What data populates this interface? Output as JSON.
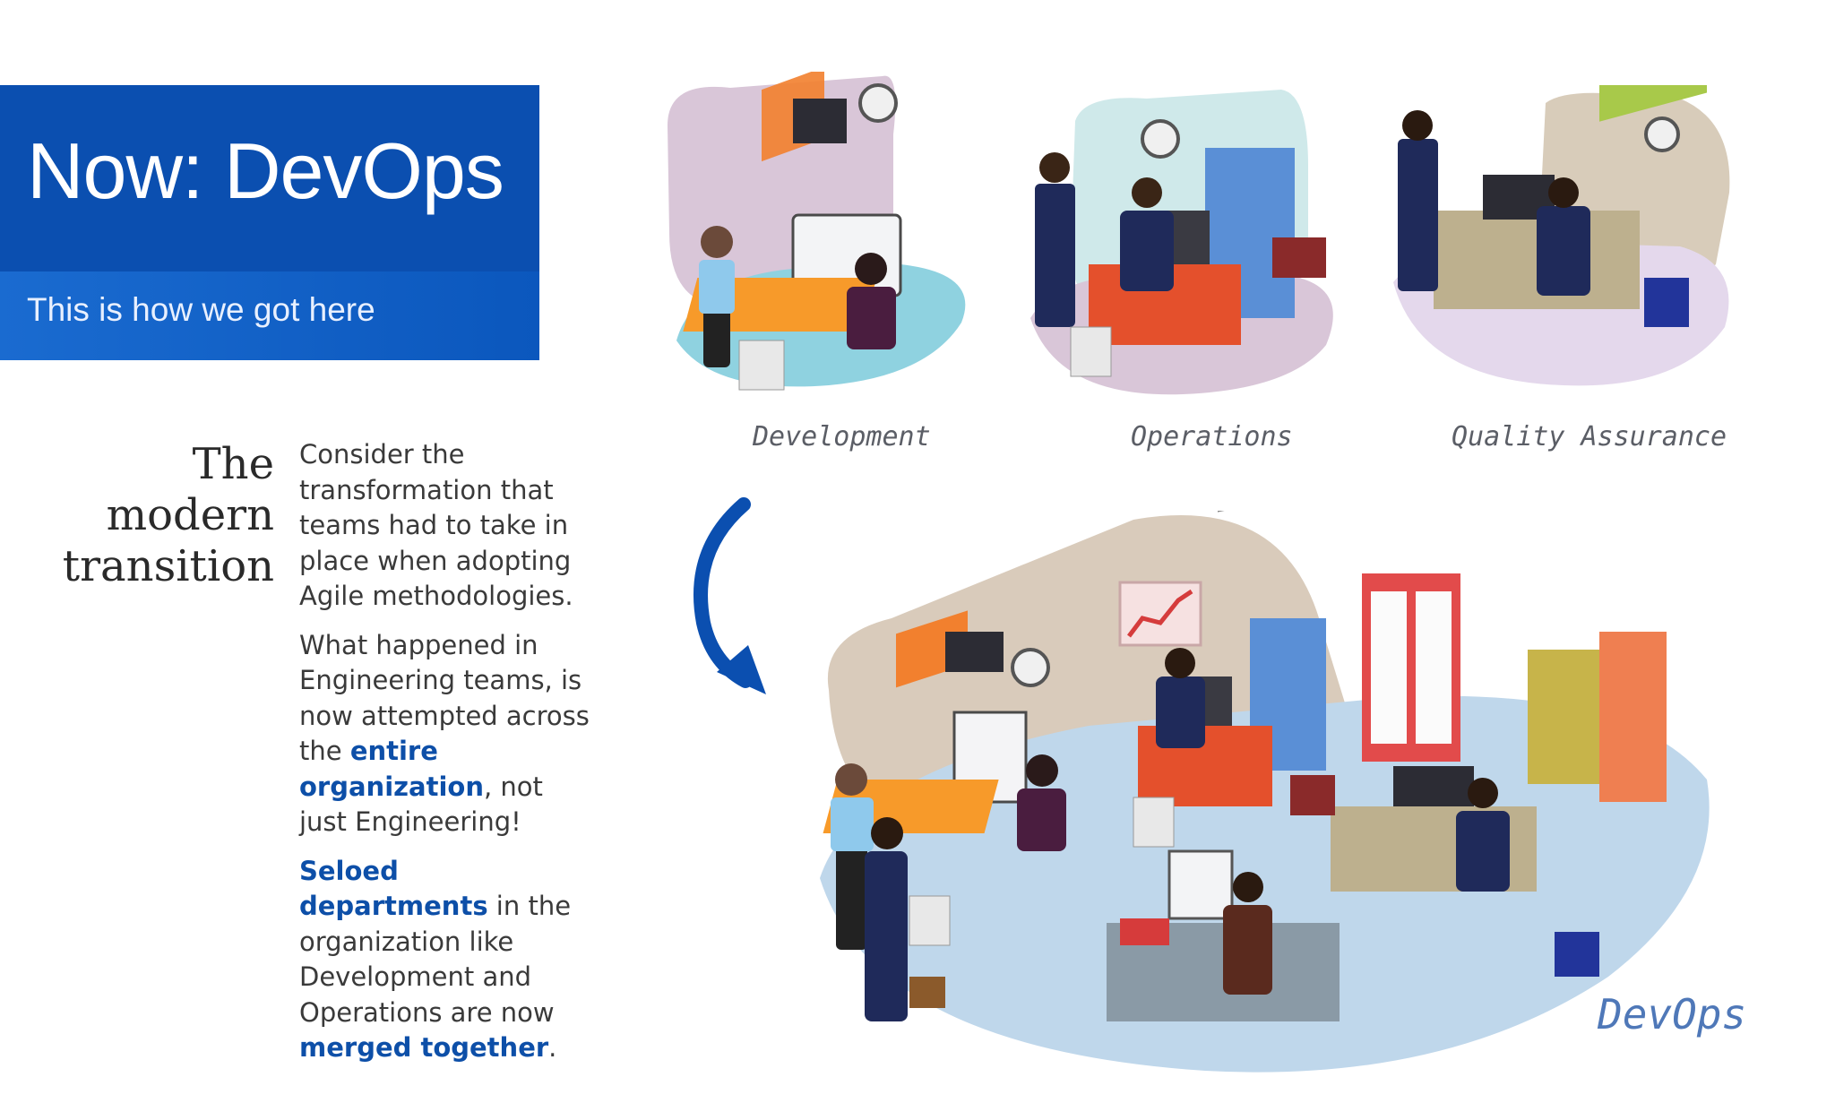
{
  "header": {
    "title": "Now: DevOps",
    "subtitle": "This is how we got here"
  },
  "side": {
    "heading_lines": [
      "The",
      "modern",
      "transition"
    ]
  },
  "body": {
    "p1": "Consider the transformation that teams had to take in place when adopting Agile methodologies.",
    "p2_a": "What happened in Engineering teams, is now attempted across the ",
    "p2_b": "entire organization",
    "p2_c": ", not just Engineering!",
    "p3_a": "Seloed departments",
    "p3_b": " in the organization like Development and Operations are now ",
    "p3_c": "merged together",
    "p3_d": "."
  },
  "scenes": {
    "development": "Development",
    "operations": "Operations",
    "qa": "Quality Assurance",
    "devops": "DevOps"
  },
  "colors": {
    "brand_blue": "#0b4fb0",
    "highlight_blue": "#0d4fa8",
    "arrow_blue": "#0b4fb0"
  }
}
